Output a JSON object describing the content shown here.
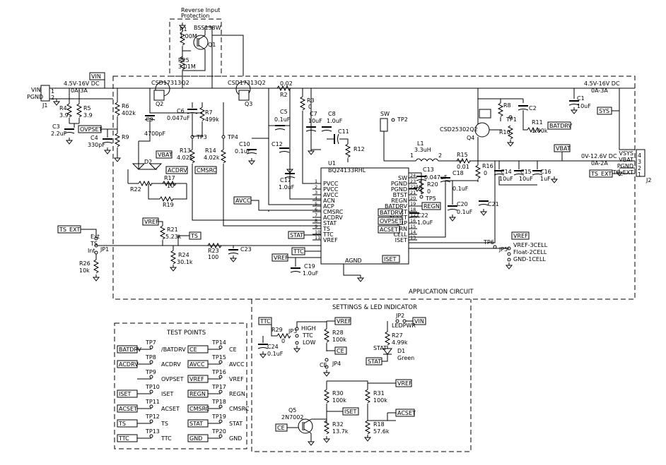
{
  "sections": {
    "application": "APPLICATION CIRCUIT",
    "settings": "SETTINGS & LED INDICATOR",
    "testpoints": "TEST POINTS"
  },
  "ic": {
    "ref": "U1",
    "part": "BQ24133RHL",
    "pins_left": [
      {
        "num": "1",
        "name": "PVCC"
      },
      {
        "num": "2",
        "name": "PVCC"
      },
      {
        "num": "3",
        "name": "AVCC"
      },
      {
        "num": "4",
        "name": "ACN"
      },
      {
        "num": "5",
        "name": "ACP"
      },
      {
        "num": "6",
        "name": "CMSRC"
      },
      {
        "num": "7",
        "name": "ACDRV"
      },
      {
        "num": "8",
        "name": "STAT"
      },
      {
        "num": "9",
        "name": "TS"
      },
      {
        "num": "10",
        "name": "TTC"
      },
      {
        "num": "11",
        "name": "VREF"
      }
    ],
    "pins_right": [
      {
        "num": "24",
        "name": "SW"
      },
      {
        "num": "23",
        "name": "PGND"
      },
      {
        "num": "22",
        "name": "PGND"
      },
      {
        "num": "21",
        "name": "BTST"
      },
      {
        "num": "20",
        "name": "REGN"
      },
      {
        "num": "19",
        "name": "BATDRV"
      },
      {
        "num": "18",
        "name": "OVPSET"
      },
      {
        "num": "17",
        "name": "ACSET"
      },
      {
        "num": "16",
        "name": "SRP"
      },
      {
        "num": "15",
        "name": "SRN"
      },
      {
        "num": "14",
        "name": "CELL"
      },
      {
        "num": "13",
        "name": "ISET"
      }
    ],
    "bottom": {
      "num": "12",
      "name": "AGND"
    }
  },
  "components": {
    "r1": {
      "ref": "R1",
      "val": "1.00M"
    },
    "r25": {
      "ref": "R25",
      "val": "3.01M"
    },
    "q1": {
      "ref": "Q1",
      "val": "BSS138W"
    },
    "reverse": {
      "l1": "Reverse Input",
      "l2": "Protection"
    },
    "q2": {
      "ref": "Q2",
      "val": "CSD17313Q2"
    },
    "q3": {
      "ref": "Q3",
      "val": "CSD17313Q2"
    },
    "q4": {
      "ref": "Q4",
      "val": "CSD25302Q2"
    },
    "r2": {
      "ref": "R2",
      "val": "0.02"
    },
    "r3": {
      "ref": "R3",
      "val": "0"
    },
    "r4": {
      "ref": "R4",
      "val": "3.9"
    },
    "r5": {
      "ref": "R5",
      "val": "3.9"
    },
    "r6": {
      "ref": "R6",
      "val": "402k"
    },
    "r7": {
      "ref": "R7",
      "val": "499k"
    },
    "r8": {
      "ref": "R8",
      "val": ""
    },
    "r9": {
      "ref": "R9",
      "val": ""
    },
    "r10": {
      "ref": "R10",
      "val": ""
    },
    "r11": {
      "ref": "R11",
      "val": "1.00k"
    },
    "r12": {
      "ref": "R12",
      "val": ""
    },
    "r13": {
      "ref": "R13",
      "val": "4.02k"
    },
    "r14": {
      "ref": "R14",
      "val": "4.02k"
    },
    "r15": {
      "ref": "R15",
      "val": "0.01"
    },
    "r16": {
      "ref": "R16",
      "val": "0"
    },
    "r17": {
      "ref": "R17",
      "val": "10"
    },
    "r18": {
      "ref": "R18",
      "val": "57.6k"
    },
    "r19": {
      "ref": "R19",
      "val": ""
    },
    "r20": {
      "ref": "R20",
      "val": "0"
    },
    "r21": {
      "ref": "R21",
      "val": "5.23k"
    },
    "r22": {
      "ref": "R22",
      "val": ""
    },
    "r23": {
      "ref": "R23",
      "val": "100"
    },
    "r24": {
      "ref": "R24",
      "val": "30.1k"
    },
    "r26": {
      "ref": "R26",
      "val": "10k"
    },
    "r27": {
      "ref": "R27",
      "val": "4.99k"
    },
    "r28": {
      "ref": "R28",
      "val": "100k"
    },
    "r29": {
      "ref": "R29",
      "val": "0"
    },
    "r30": {
      "ref": "R30",
      "val": "100k"
    },
    "r31": {
      "ref": "R31",
      "val": "100k"
    },
    "r32": {
      "ref": "R32",
      "val": "13.7k"
    },
    "c1": {
      "ref": "C1",
      "val": "10uF"
    },
    "c2": {
      "ref": "C2",
      "val": ""
    },
    "c3": {
      "ref": "C3",
      "val": "2.2uF"
    },
    "c4": {
      "ref": "C4",
      "val": "330pF"
    },
    "c5": {
      "ref": "C5",
      "val": "0.1uF"
    },
    "c6": {
      "ref": "C6",
      "val": "0.047uF"
    },
    "c7": {
      "ref": "C7",
      "val": "10uF"
    },
    "c8": {
      "ref": "C8",
      "val": "1.0uF"
    },
    "c9": {
      "ref": "C9",
      "val": "4700pF"
    },
    "c10": {
      "ref": "C10",
      "val": "0.1uF"
    },
    "c11": {
      "ref": "C11",
      "val": ""
    },
    "c12": {
      "ref": "C12",
      "val": ""
    },
    "c13": {
      "ref": "C13",
      "val": "0.047uF"
    },
    "c14": {
      "ref": "C14",
      "val": "10uF"
    },
    "c15": {
      "ref": "C15",
      "val": "10uF"
    },
    "c16": {
      "ref": "C16",
      "val": "1uF"
    },
    "c17": {
      "ref": "C17",
      "val": "1.0uF"
    },
    "c18": {
      "ref": "C18",
      "val": "0.1uF"
    },
    "c19": {
      "ref": "C19",
      "val": "1.0uF"
    },
    "c20": {
      "ref": "C20",
      "val": "0.1uF"
    },
    "c21": {
      "ref": "C21",
      "val": ""
    },
    "c22": {
      "ref": "C22",
      "val": "1.0uF"
    },
    "c23": {
      "ref": "C23",
      "val": ""
    },
    "c24": {
      "ref": "C24",
      "val": "0.1uF"
    },
    "l1": {
      "ref": "L1",
      "val": "3.3uH",
      "p1": "1",
      "p2": "2"
    },
    "d1": {
      "ref": "D1",
      "val": "Green"
    },
    "d2": {
      "ref": "D2"
    },
    "q5": {
      "ref": "Q5",
      "val": "2N7002"
    },
    "j1": {
      "ref": "J1",
      "l1": "VIN",
      "l2": "PGND",
      "p1": "1",
      "p2": "2"
    },
    "j2": {
      "ref": "J2",
      "pins": [
        {
          "num": "4",
          "name": "VSYS"
        },
        {
          "num": "3",
          "name": "VBAT"
        },
        {
          "num": "2",
          "name": "PGND"
        },
        {
          "num": "1",
          "name": "TS_EXT"
        }
      ]
    },
    "jp1": {
      "ref": "JP1",
      "l1": "Ext",
      "l2": "TS",
      "l3": "Int"
    },
    "jp2": {
      "ref": "JP2",
      "l1": "LEDPWR"
    },
    "jp3": {
      "ref": "JP3",
      "l1": "HIGH",
      "l2": "TTC",
      "l3": "LOW"
    },
    "jp4": {
      "ref": "JP4"
    },
    "jp5": {
      "ref": "JP5",
      "l1": "VREF-3CELL",
      "l2": "Float-2CELL",
      "l3": "GND-1CELL"
    }
  },
  "rails": {
    "vin_spec": "4.5V-16V DC",
    "vin_cur": "0A-3A",
    "sys_spec": "4.5V-16V DC",
    "sys_cur": "0A-3A",
    "vbat_spec": "0V-12.6V DC",
    "vbat_cur": "0A-2A"
  },
  "tp_labels": {
    "tp1": "TP1",
    "tp2": "TP2",
    "tp3": "TP3",
    "tp4": "TP4",
    "tp5": "TP5",
    "tp6": "TP6",
    "sw": "SW"
  },
  "nets": {
    "vin": "VIN",
    "sys": "SYS",
    "vbat": "VBAT",
    "batdrv": "BATDRV",
    "ovpset": "OVPSET",
    "vbat2": "VBAT",
    "acdrv": "ACDRV",
    "cmsrc": "CMSRC",
    "avcc": "AVCC",
    "vref": "VREF",
    "ts_ext": "TS_EXT",
    "ts": "TS",
    "stat": "STAT",
    "ttc": "TTC",
    "vref2": "VREF",
    "regn": "REGN",
    "batdrv2": "BATDRV",
    "ovpset2": "OVPSET",
    "acset": "ACSET",
    "iset": "ISET",
    "vref3": "VREF",
    "ts_ext2": "TS_EXT"
  },
  "settings_nets": {
    "ttc": "TTC",
    "vref": "VREF",
    "ce": "CE",
    "vin": "VIN",
    "stat": "STAT",
    "stat2": "STAT",
    "ce2": "CE",
    "vref2": "VREF",
    "iset": "ISET",
    "acset": "ACSET",
    "ce3": "CE",
    "ce_label": "CE"
  },
  "testpoints": [
    {
      "l_net": "BATDRV",
      "l_tp": "TP7",
      "l_txt": "/BATDRV",
      "r_net": "CE",
      "r_tp": "TP14",
      "r_txt": "CE"
    },
    {
      "l_net": "ACDRV",
      "l_tp": "TP8",
      "l_txt": "ACDRV",
      "r_net": "AVCC",
      "r_tp": "TP15",
      "r_txt": "AVCC"
    },
    {
      "l_net": "",
      "l_tp": "TP9",
      "l_txt": "OVPSET",
      "r_net": "VREF",
      "r_tp": "TP16",
      "r_txt": "VREF"
    },
    {
      "l_net": "ISET",
      "l_tp": "TP10",
      "l_txt": "ISET",
      "r_net": "REGN",
      "r_tp": "TP17",
      "r_txt": "REGN"
    },
    {
      "l_net": "ACSET",
      "l_tp": "TP11",
      "l_txt": "ACSET",
      "r_net": "CMSRC",
      "r_tp": "TP18",
      "r_txt": "CMSRC"
    },
    {
      "l_net": "TS",
      "l_tp": "TP12",
      "l_txt": "TS",
      "r_net": "STAT",
      "r_tp": "TP19",
      "r_txt": "STAT"
    },
    {
      "l_net": "TTC",
      "l_tp": "TP13",
      "l_txt": "TTC",
      "r_net": "GND",
      "r_tp": "TP20",
      "r_txt": "GND"
    }
  ]
}
